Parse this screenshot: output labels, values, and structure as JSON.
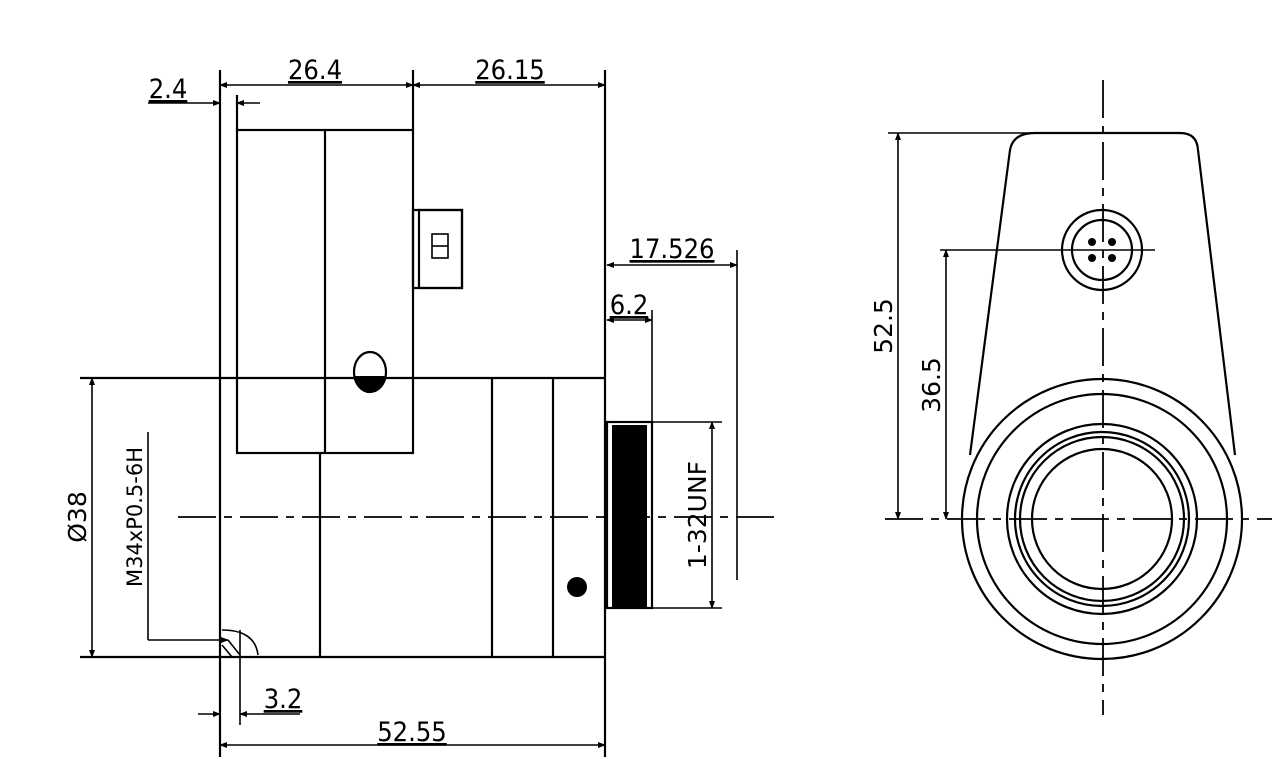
{
  "side_view": {
    "dimensions": {
      "offset_left": "2.4",
      "box_width": "26.4",
      "front_length": "26.15",
      "back_focal": "17.526",
      "mount_length": "6.2",
      "mount_thread": "1-32UNF",
      "diameter": "Ø38",
      "filter_thread": "M34xP0.5-6H",
      "flange_offset": "3.2",
      "total_length": "52.55"
    }
  },
  "front_view": {
    "dimensions": {
      "total_height": "52.5",
      "connector_height": "36.5"
    }
  }
}
